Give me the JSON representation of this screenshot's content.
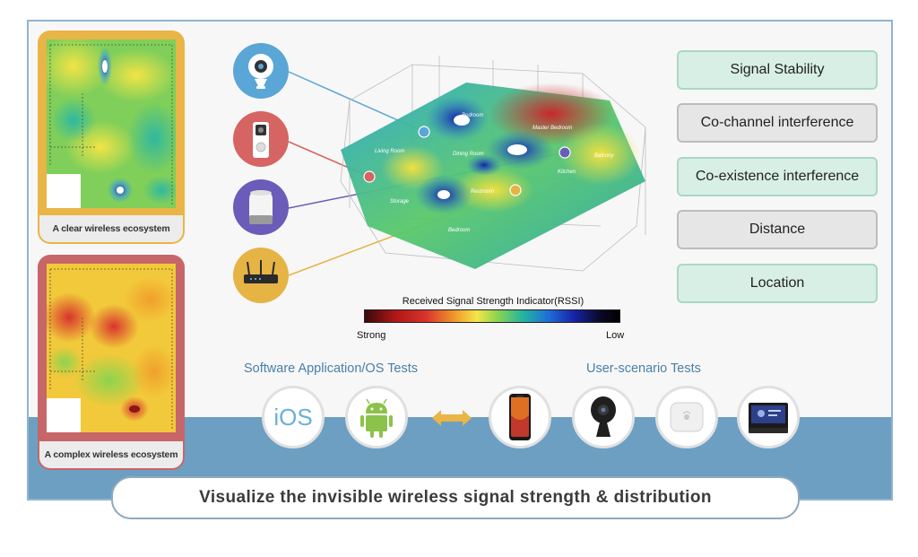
{
  "left_panel": {
    "clear_caption": "A clear wireless ecosystem",
    "complex_caption": "A complex wireless ecosystem"
  },
  "devices": [
    {
      "name": "security camera",
      "icon": "camera-icon",
      "color": "#5aa6d6"
    },
    {
      "name": "video doorbell",
      "icon": "doorbell-icon",
      "color": "#d66462"
    },
    {
      "name": "smart speaker",
      "icon": "smart-speaker-icon",
      "color": "#6a5cb8"
    },
    {
      "name": "wifi router",
      "icon": "router-icon",
      "color": "#e5b444"
    }
  ],
  "floorplan": {
    "rooms": [
      "Bedroom",
      "Master Bedroom",
      "Living Room",
      "Dining Room",
      "Balcony",
      "Kitchen",
      "Storage",
      "Restroom",
      "Bedroom"
    ]
  },
  "rssi": {
    "title": "Received Signal Strength Indicator(RSSI)",
    "low_label": "Strong",
    "high_label": "Low"
  },
  "factors": [
    {
      "label": "Signal Stability",
      "style": "green"
    },
    {
      "label": "Co-channel interference",
      "style": "gray"
    },
    {
      "label": "Co-existence interference",
      "style": "green"
    },
    {
      "label": "Distance",
      "style": "gray"
    },
    {
      "label": "Location",
      "style": "green"
    }
  ],
  "tests": {
    "software_title": "Software Application/OS Tests",
    "user_title": "User-scenario Tests",
    "ios_label": "iOS"
  },
  "banner": "Visualize the invisible wireless signal strength & distribution",
  "colors": {
    "accent_blue": "#6d9fc3",
    "card_yellow": "#e8b546",
    "card_red": "#c76669",
    "factor_green": "#d8efe6",
    "factor_gray": "#e6e6e6"
  }
}
